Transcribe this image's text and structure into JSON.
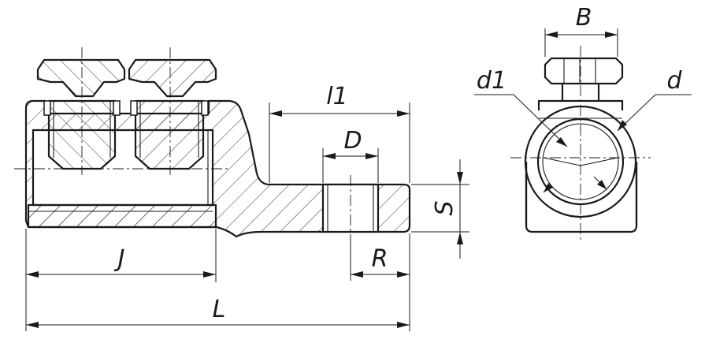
{
  "dimensions": {
    "l1": "l1",
    "D": "D",
    "S": "S",
    "J": "J",
    "R": "R",
    "L": "L",
    "B": "B",
    "d1": "d1",
    "d": "d"
  }
}
